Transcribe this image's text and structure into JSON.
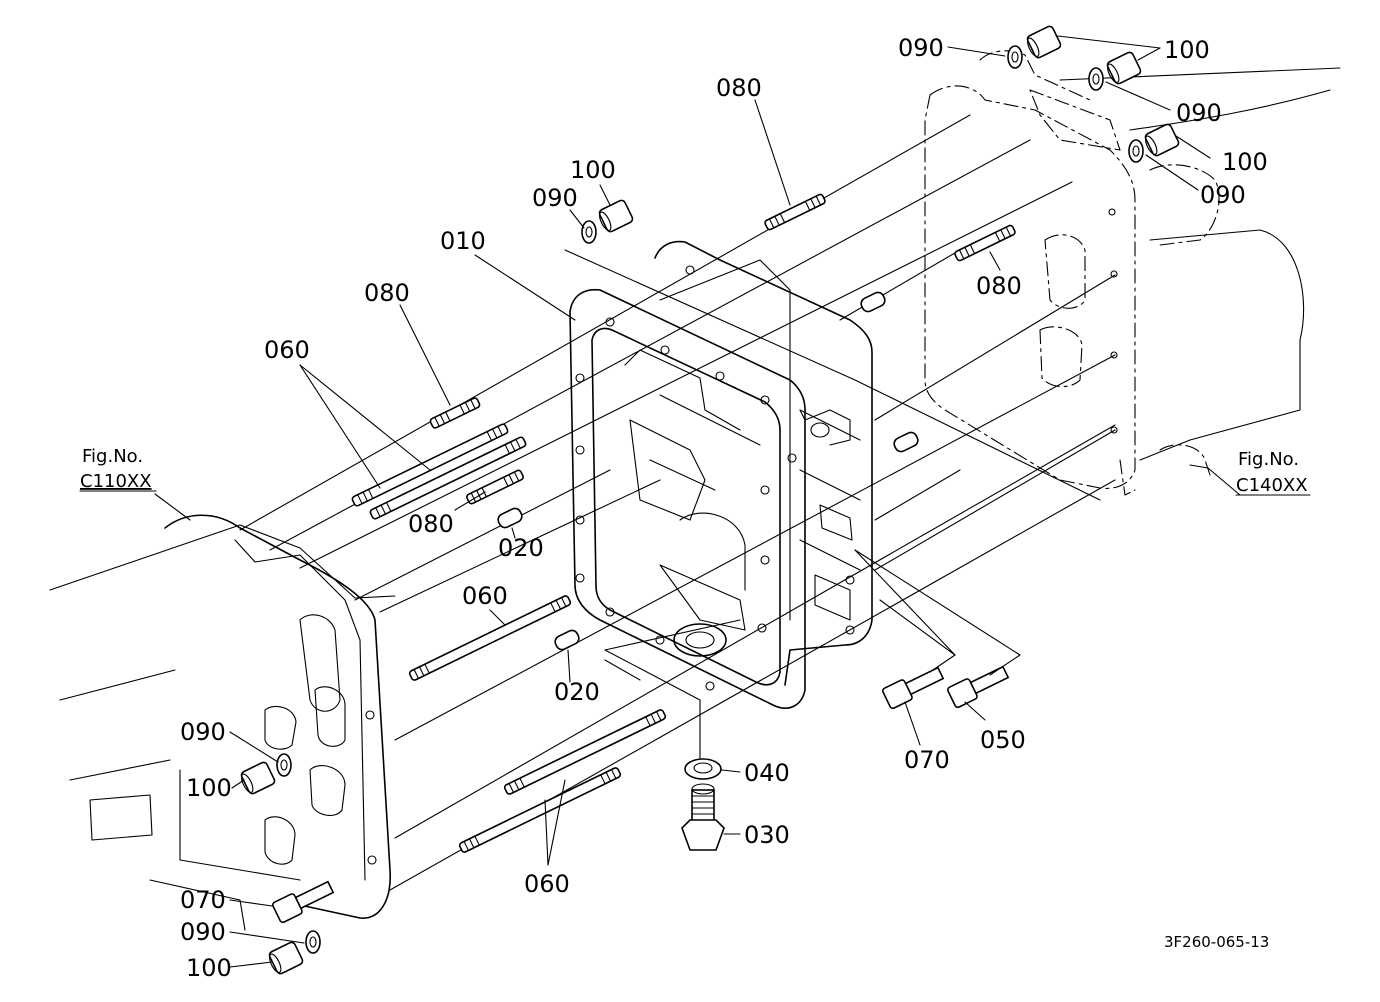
{
  "diagram": {
    "drawing_code": "3F260-065-13",
    "refs": {
      "left_title": "Fig.No.",
      "left_code": "C110XX",
      "right_title": "Fig.No.",
      "right_code": "C140XX"
    },
    "callouts": [
      {
        "id": "c01",
        "label": "090"
      },
      {
        "id": "c02",
        "label": "100"
      },
      {
        "id": "c03",
        "label": "090"
      },
      {
        "id": "c04",
        "label": "100"
      },
      {
        "id": "c05",
        "label": "090"
      },
      {
        "id": "c06",
        "label": "080"
      },
      {
        "id": "c07",
        "label": "100"
      },
      {
        "id": "c08",
        "label": "090"
      },
      {
        "id": "c09",
        "label": "010"
      },
      {
        "id": "c10",
        "label": "080"
      },
      {
        "id": "c11",
        "label": "080"
      },
      {
        "id": "c12",
        "label": "060"
      },
      {
        "id": "c13",
        "label": "080"
      },
      {
        "id": "c14",
        "label": "020"
      },
      {
        "id": "c15",
        "label": "060"
      },
      {
        "id": "c16",
        "label": "020"
      },
      {
        "id": "c17",
        "label": "070"
      },
      {
        "id": "c18",
        "label": "050"
      },
      {
        "id": "c19",
        "label": "040"
      },
      {
        "id": "c20",
        "label": "030"
      },
      {
        "id": "c21",
        "label": "060"
      },
      {
        "id": "c22",
        "label": "090"
      },
      {
        "id": "c23",
        "label": "100"
      },
      {
        "id": "c24",
        "label": "070"
      },
      {
        "id": "c25",
        "label": "090"
      },
      {
        "id": "c26",
        "label": "100"
      }
    ]
  }
}
